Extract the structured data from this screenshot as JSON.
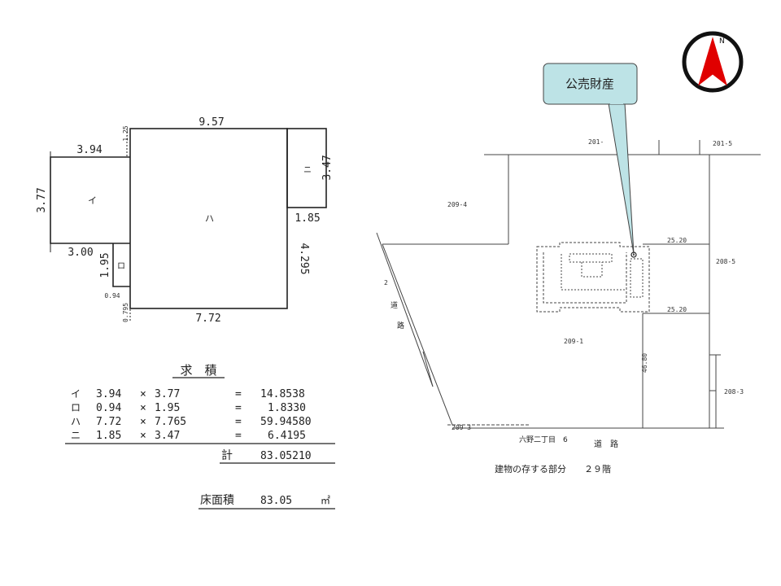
{
  "floor_plan": {
    "dims": {
      "top": "9.57",
      "left_top": "3.94",
      "left_side": "3.77",
      "small_top": "1.25",
      "right_small": "3.47",
      "right_bottom_small": "1.85",
      "right_side": "4.295",
      "bottom": "7.72",
      "left_bottom": "3.00",
      "ro_height": "1.95",
      "ro_width": "0.94",
      "offset_small": "0.795"
    },
    "labels": {
      "i": "イ",
      "ro": "ロ",
      "ha": "ハ",
      "ni": "ニ"
    }
  },
  "area_calc": {
    "title": "求　積",
    "rows": [
      {
        "label": "イ",
        "a": "3.94",
        "op": "×",
        "b": "3.77",
        "eq": "=",
        "result": "14.8538"
      },
      {
        "label": "ロ",
        "a": "0.94",
        "op": "×",
        "b": "1.95",
        "eq": "=",
        "result": "1.8330"
      },
      {
        "label": "ハ",
        "a": "7.72",
        "op": "×",
        "b": "7.765",
        "eq": "=",
        "result": "59.94580"
      },
      {
        "label": "ニ",
        "a": "1.85",
        "op": "×",
        "b": "3.47",
        "eq": "=",
        "result": "6.4195"
      }
    ],
    "total_label": "計",
    "total_value": "83.05210",
    "floor_area_label": "床面積",
    "floor_area_value": "83.05",
    "floor_area_unit": "㎡"
  },
  "site_map": {
    "callout": "公売財産",
    "compass_letter": "N",
    "lots": {
      "lot_201_top": "201-",
      "lot_201_5": "201-5",
      "lot_209_4": "209-4",
      "lot_208_5": "208-5",
      "lot_209_1": "209-1",
      "lot_208_3": "208-3",
      "lot_209_3": "209-3"
    },
    "road_left_num": "2",
    "road_left_1": "道",
    "road_left_2": "路",
    "dim_25_20_a": "25.20",
    "dim_25_20_b": "25.20",
    "dim_46_80": "46.80",
    "bottom_road_name": "六野二丁目　6",
    "bottom_road_label": "道　路",
    "building_note": "建物の存する部分　　２９階"
  },
  "colors": {
    "callout_fill": "#bde3e6",
    "compass_red": "#e00000",
    "compass_ring": "#111111"
  }
}
